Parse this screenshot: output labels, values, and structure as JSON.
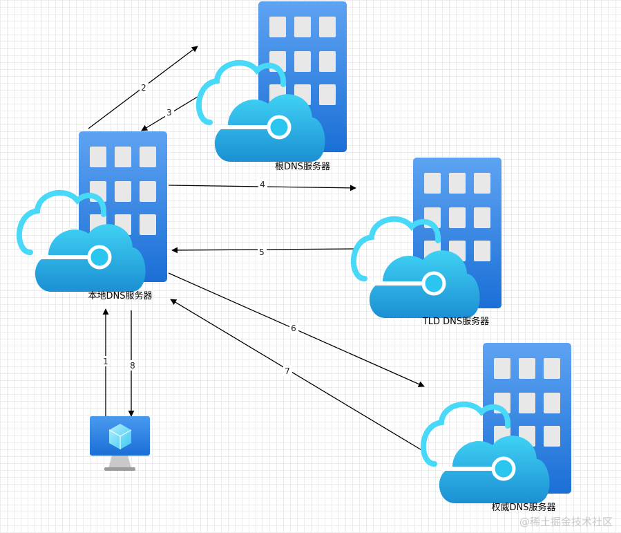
{
  "nodes": {
    "root": {
      "label": "根DNS服务器"
    },
    "local": {
      "label": "本地DNS服务器"
    },
    "tld": {
      "label": "TLD DNS服务器"
    },
    "auth": {
      "label": "权威DNS服务器"
    },
    "client": {
      "label": ""
    }
  },
  "edges": {
    "e1": {
      "label": "1"
    },
    "e2": {
      "label": "2"
    },
    "e3": {
      "label": "3"
    },
    "e4": {
      "label": "4"
    },
    "e5": {
      "label": "5"
    },
    "e6": {
      "label": "6"
    },
    "e7": {
      "label": "7"
    },
    "e8": {
      "label": "8"
    }
  },
  "watermark": "@稀土掘金技术社区",
  "colors": {
    "building_top": "#5b9ef0",
    "building_bottom": "#1a6fd6",
    "cloud_light": "#43d7f5",
    "cloud_dark": "#1e96d6",
    "window": "#e6e6e6"
  },
  "icons": {
    "server": "cloud-building-icon",
    "client": "monitor-cube-icon"
  }
}
